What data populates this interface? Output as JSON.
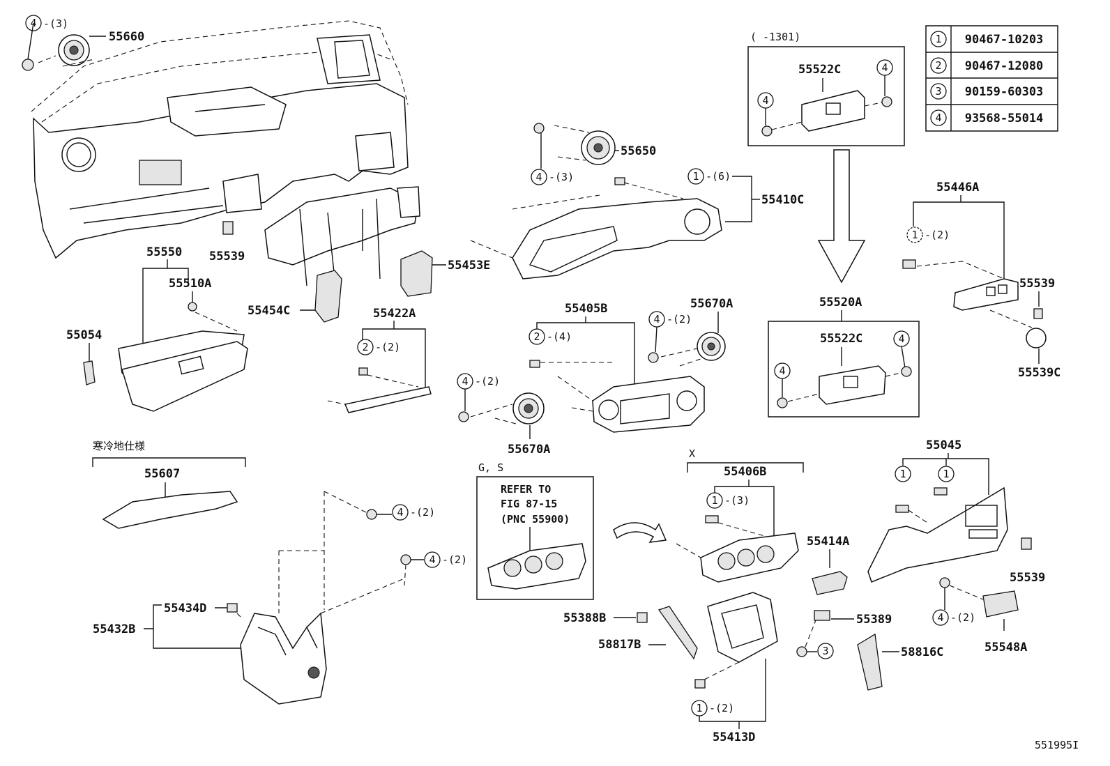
{
  "diagram_id": "551995I",
  "legend": [
    {
      "num": "1",
      "part": "90467-10203"
    },
    {
      "num": "2",
      "part": "90467-12080"
    },
    {
      "num": "3",
      "part": "90159-60303"
    },
    {
      "num": "4",
      "part": "93568-55014"
    }
  ],
  "labels": {
    "p55660": "55660",
    "p55660_qty": "-(3)",
    "p55650": "55650",
    "p55650_qty": "-(3)",
    "p55410C": "55410C",
    "p55410C_qty": "-(6)",
    "p55539_a": "55539",
    "p55453E": "55453E",
    "p55550": "55550",
    "p55510A": "55510A",
    "p55454C": "55454C",
    "p55054": "55054",
    "p55422A": "55422A",
    "p55422A_qty": "-(2)",
    "p55405B": "55405B",
    "p55405B_qty": "-(4)",
    "p55670A_top": "55670A",
    "p55670A_top_qty": "-(2)",
    "p55670A_bot": "55670A",
    "p55670A_bot_qty": "-(2)",
    "range_1301": "(      -1301)",
    "p55522C_top": "55522C",
    "p55520A": "55520A",
    "p55522C_mid": "55522C",
    "p55446A": "55446A",
    "p55446A_qty": "-(2)",
    "p55539_b": "55539",
    "p55539C": "55539C",
    "cold_spec": "寒冷地仕様",
    "p55607": "55607",
    "gs_label": "G, S",
    "refer_line1": "REFER TO",
    "refer_line2": "FIG 87-15",
    "refer_line3": "(PNC 55900)",
    "x_label": "X",
    "p55406B": "55406B",
    "p55406B_qty": "-(3)",
    "p55414A": "55414A",
    "p55045": "55045",
    "p55539_c": "55539",
    "fastener_a_qty": "-(2)",
    "fastener_b_qty": "-(2)",
    "p55434D": "55434D",
    "p55432B": "55432B",
    "p55388B": "55388B",
    "p58817B": "58817B",
    "p55389": "55389",
    "p58816C": "58816C",
    "p55548A": "55548A",
    "p55548A_qty": "-(2)",
    "p55413D": "55413D",
    "p55413D_qty": "-(2)"
  }
}
